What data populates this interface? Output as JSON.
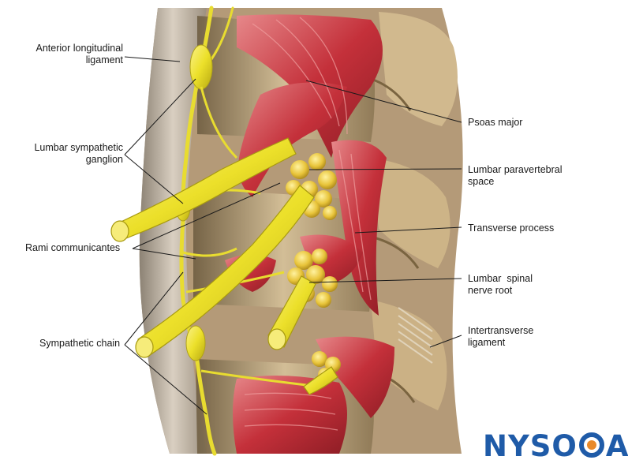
{
  "labels": {
    "anterior_longitudinal_ligament": [
      "Anterior longitudinal",
      "ligament"
    ],
    "lumbar_sympathetic_ganglion": [
      "Lumbar sympathetic",
      "ganglion"
    ],
    "rami_communicantes": "Rami communicantes",
    "sympathetic_chain": "Sympathetic chain",
    "psoas_major": "Psoas major",
    "lumbar_paravertebral_space": [
      "Lumbar paravertebral",
      "space"
    ],
    "transverse_process": "Transverse process",
    "lumbar_spinal_nerve_root": [
      "Lumbar  spinal",
      "nerve root"
    ],
    "intertransverse_ligament": [
      "Intertransverse",
      "ligament"
    ]
  },
  "logo": {
    "text_left": "NYSO",
    "text_right": "A",
    "mark": "©",
    "color": "#1f5ba8"
  },
  "colors": {
    "muscle": "#c8323c",
    "nerve": "#f2e33a",
    "bone": "#c9b28a",
    "ligament": "#bfb3a3"
  }
}
